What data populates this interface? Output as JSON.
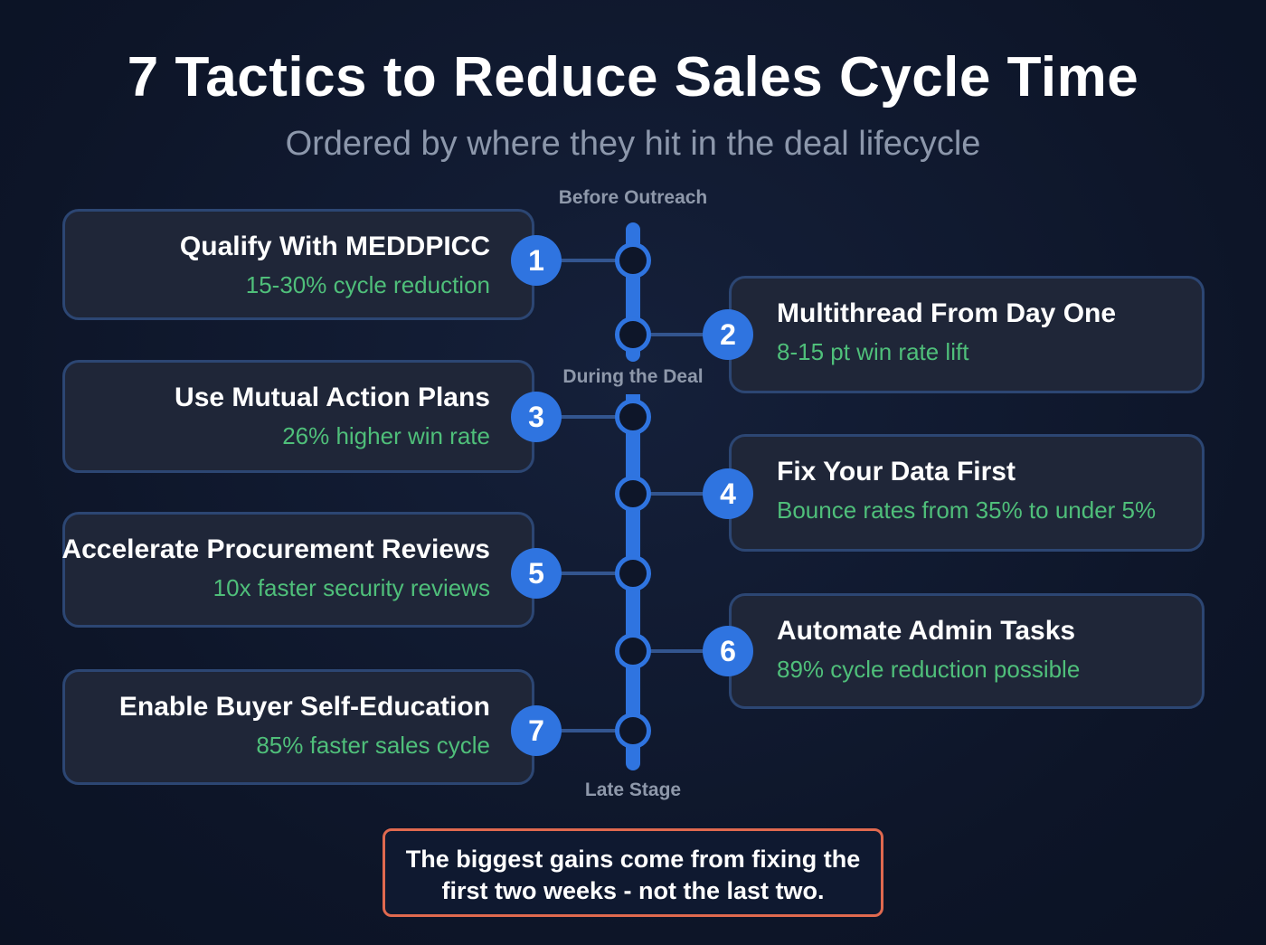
{
  "header": {
    "title": "7 Tactics to Reduce Sales Cycle Time",
    "subtitle": "Ordered by where they hit in the deal lifecycle"
  },
  "stages": {
    "before": "Before Outreach",
    "during": "During the Deal",
    "late": "Late Stage"
  },
  "tactics": [
    {
      "number": "1",
      "title": "Qualify With MEDDPICC",
      "stat": "15-30% cycle reduction",
      "side": "left"
    },
    {
      "number": "2",
      "title": "Multithread From Day One",
      "stat": "8-15 pt win rate lift",
      "side": "right"
    },
    {
      "number": "3",
      "title": "Use Mutual Action Plans",
      "stat": "26% higher win rate",
      "side": "left"
    },
    {
      "number": "4",
      "title": "Fix Your Data First",
      "stat": "Bounce rates from 35% to under 5%",
      "side": "right"
    },
    {
      "number": "5",
      "title": "Accelerate Procurement Reviews",
      "stat": "10x faster security reviews",
      "side": "left"
    },
    {
      "number": "6",
      "title": "Automate Admin Tasks",
      "stat": "89% cycle reduction possible",
      "side": "right"
    },
    {
      "number": "7",
      "title": "Enable Buyer Self-Education",
      "stat": "85% faster sales cycle",
      "side": "left"
    }
  ],
  "callout": {
    "line1": "The biggest gains come from fixing the",
    "line2": "first two weeks - not the last two."
  },
  "colors": {
    "background": "#0e1629",
    "accent_blue": "#2f74e0",
    "stat_green": "#4fbf7a",
    "callout_border": "#e0694f",
    "card_border": "#2c4673"
  }
}
